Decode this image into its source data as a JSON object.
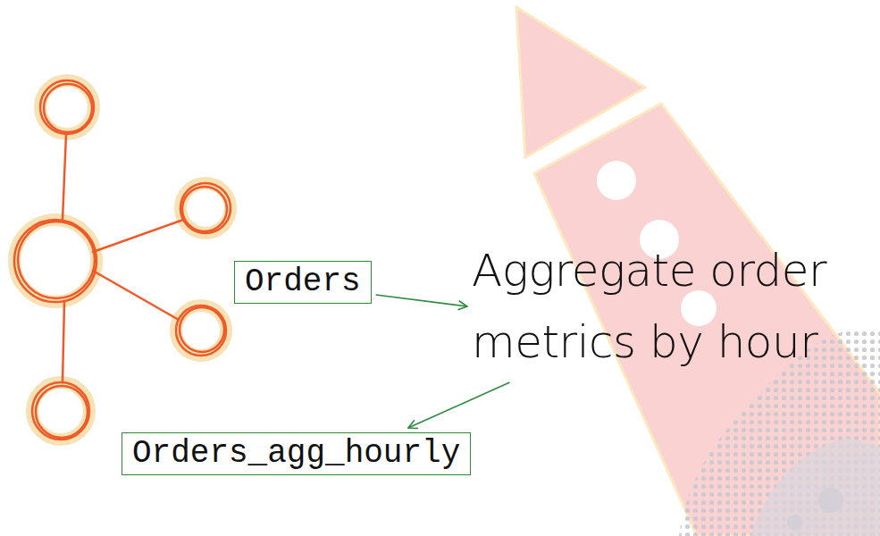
{
  "diagram": {
    "nodes": [
      {
        "text": [
          "Orders"
        ]
      },
      {
        "text": [
          "Aggregate order metrics by hour"
        ]
      },
      {
        "text": [
          "Orders_agg_hourly"
        ]
      }
    ],
    "edges": [
      {
        "from": 0,
        "to": 1,
        "arrow": "to"
      },
      {
        "from": 1,
        "to": 2,
        "arrow": "to"
      }
    ]
  }
}
